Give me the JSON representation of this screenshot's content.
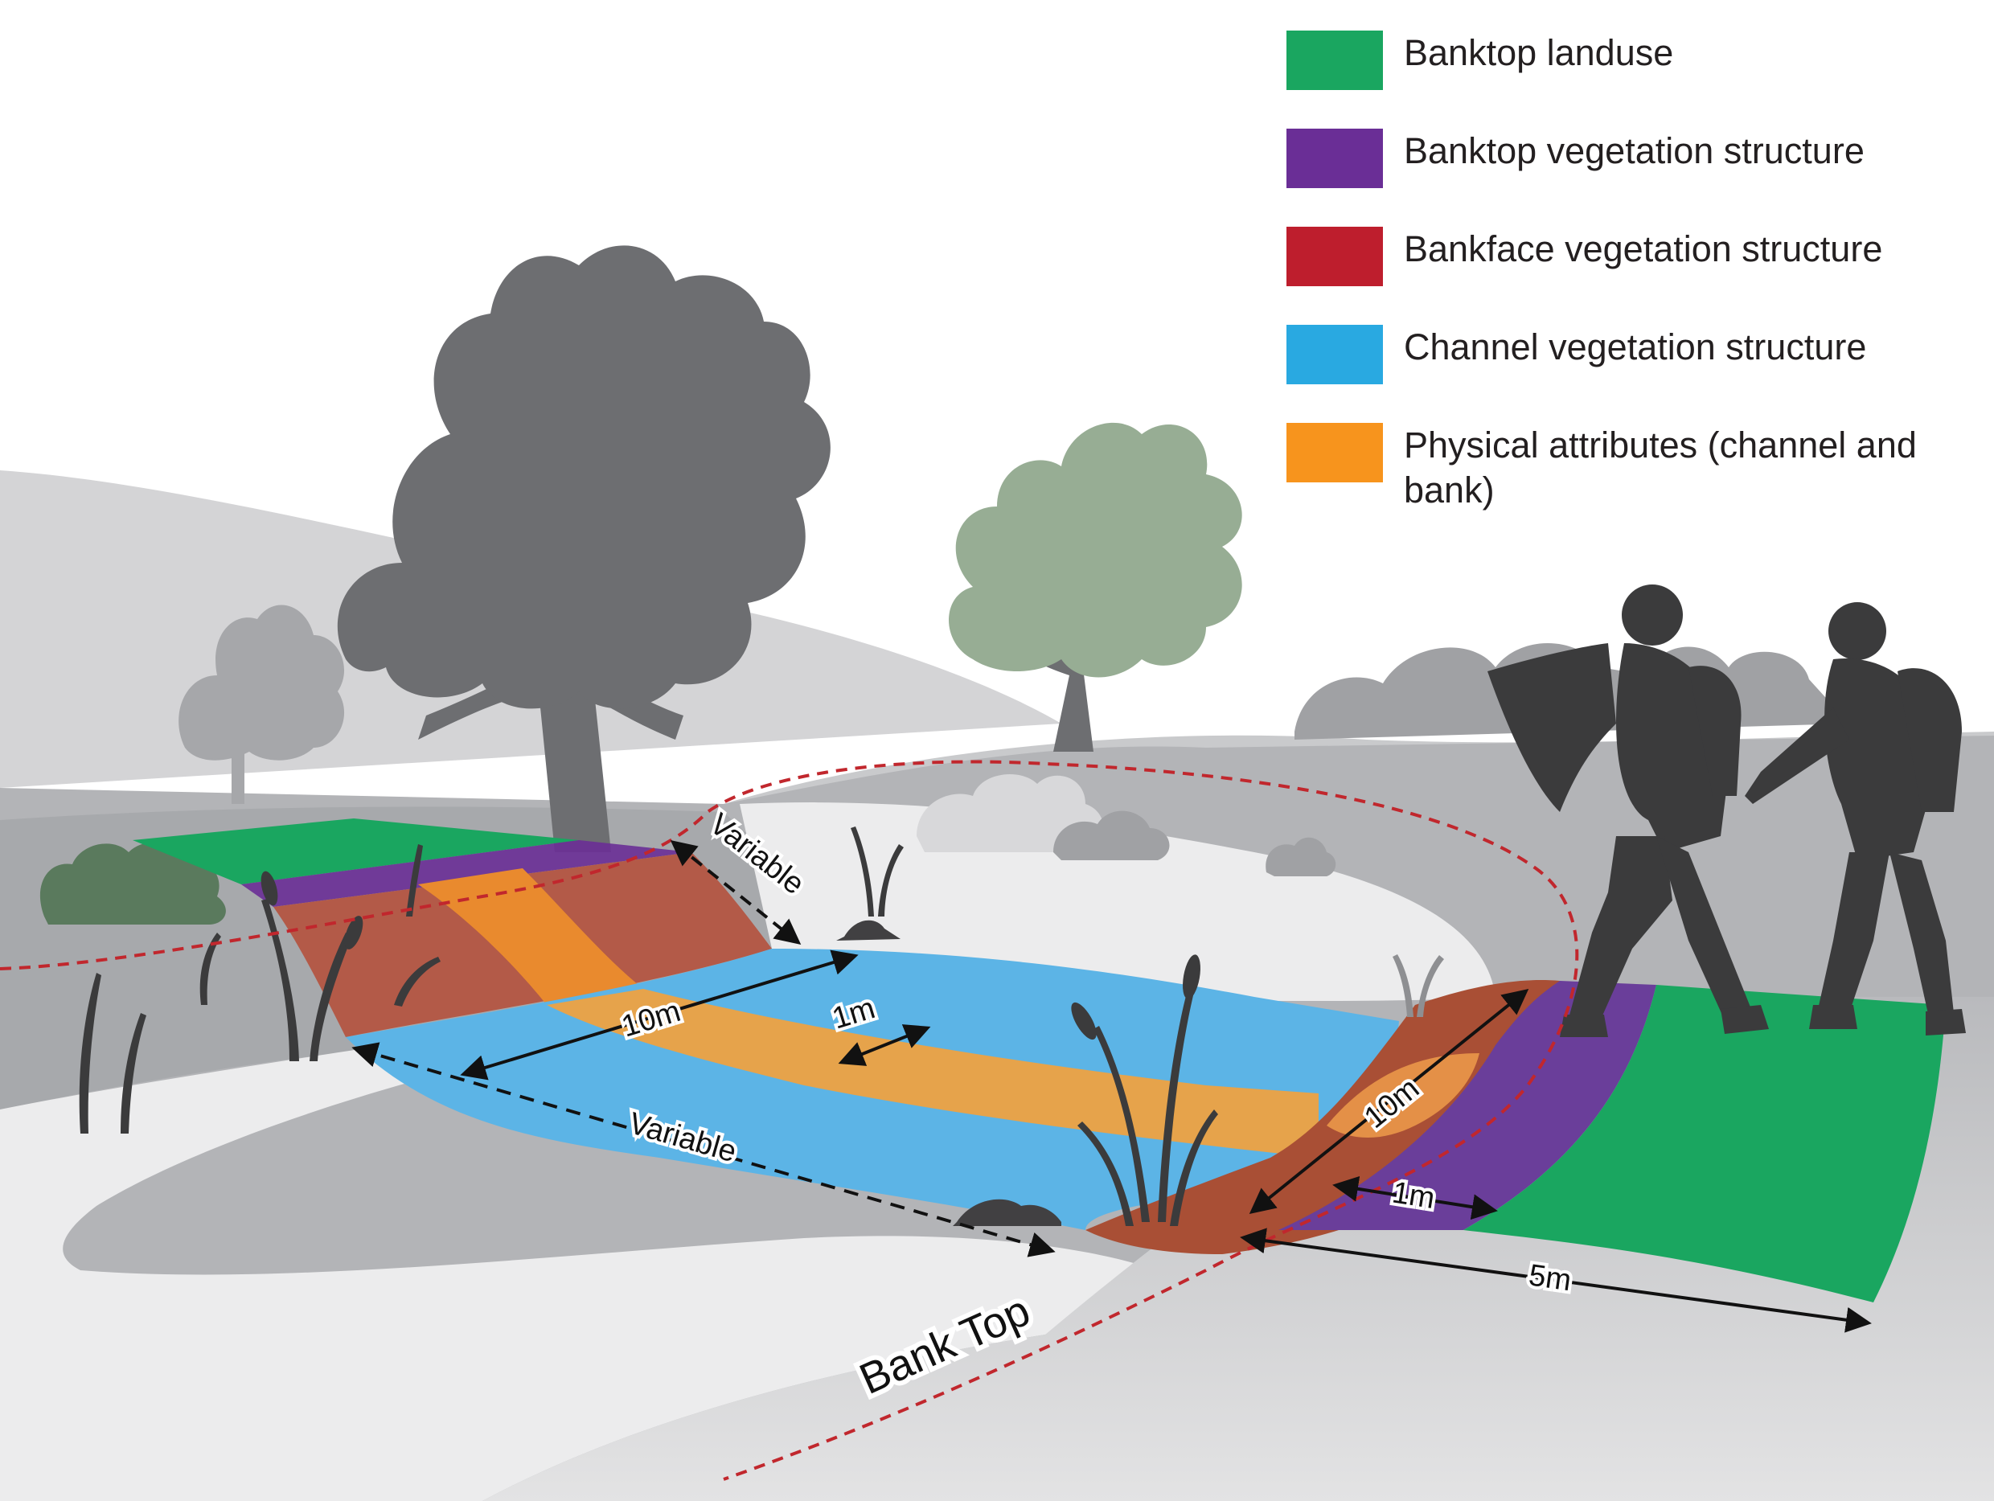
{
  "legend": {
    "items": [
      {
        "label": "Banktop landuse",
        "color": "#1aa660"
      },
      {
        "label": "Banktop vegetation structure",
        "color": "#6a2e96"
      },
      {
        "label": "Bankface vegetation structure",
        "color": "#be1e2d"
      },
      {
        "label": "Channel vegetation structure",
        "color": "#29a9e1"
      },
      {
        "label": "Physical attributes (channel and bank)",
        "color": "#f7941d"
      }
    ]
  },
  "dimensions": {
    "variable_top": "Variable",
    "channel_width": "10m",
    "channel_strip": "1m",
    "variable_left": "Variable",
    "bankface_length": "10m",
    "banktop_strip": "1m",
    "banktop_width": "5m"
  },
  "bank_top_label": "Bank Top",
  "colors": {
    "bank_top_line": "#c1272d",
    "silhouette": "#3b3b3c",
    "tree_dark": "#6d6e71",
    "tree_green": "#97ad94",
    "hill_light": "#d4d4d6",
    "hill_mid": "#b4b5b8",
    "ground": "#a7a9ac",
    "water_light": "#ececed"
  }
}
